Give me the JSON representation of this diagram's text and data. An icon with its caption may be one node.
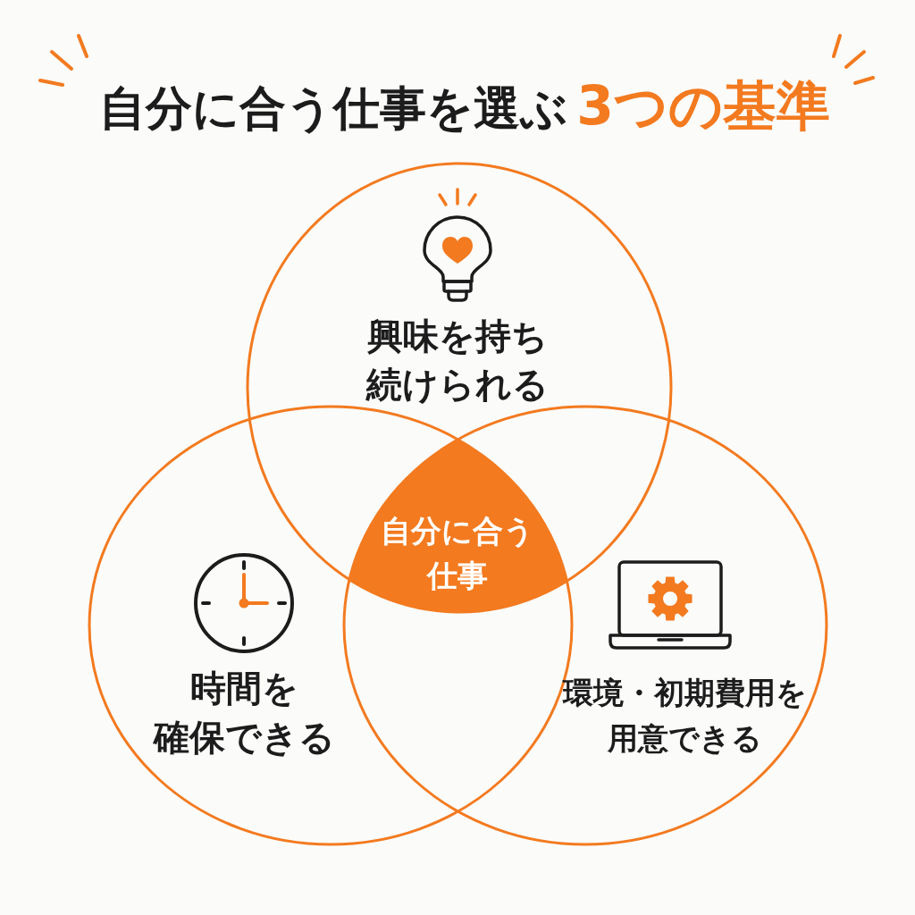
{
  "diagram": {
    "title": "自分に合う仕事を選ぶ**3つの基準**",
    "nodes": [
      {
        "text": [
          "興味を持ち続けられる"
        ]
      },
      {
        "text": [
          "時間を確保できる"
        ]
      },
      {
        "text": [
          "環境・初期費用を用意できる"
        ]
      },
      {
        "text": [
          "自分に合う仕事"
        ]
      }
    ]
  }
}
